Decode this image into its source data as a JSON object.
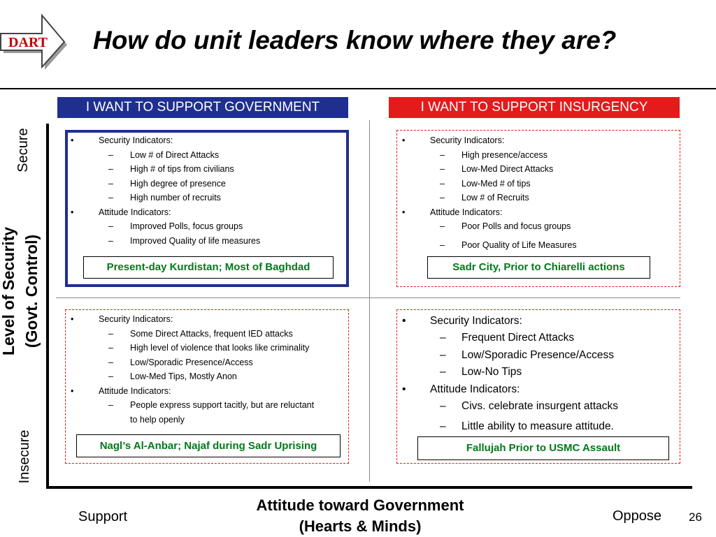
{
  "logo_text": "DART",
  "title": "How do unit leaders know where they are?",
  "headers": {
    "left": "I WANT TO SUPPORT GOVERNMENT",
    "right": "I WANT TO SUPPORT INSURGENCY"
  },
  "axis": {
    "y_top": "Secure",
    "y_bottom": "Insecure",
    "y_label_line1": "Level of Security",
    "y_label_line2": "(Govt. Control)",
    "x_label_line1": "Attitude toward Government",
    "x_label_line2": "(Hearts & Minds)",
    "x_left": "Support",
    "x_right": "Oppose"
  },
  "quadrants": {
    "top_left": {
      "lines": [
        {
          "type": "bullet",
          "marker": "•",
          "text": "Security Indicators:"
        },
        {
          "type": "dash",
          "marker": "–",
          "text": "Low # of Direct Attacks"
        },
        {
          "type": "dash",
          "marker": "–",
          "text": "High # of tips from civilians"
        },
        {
          "type": "dash",
          "marker": "–",
          "text": "High degree of presence"
        },
        {
          "type": "dash",
          "marker": "–",
          "text": "High number of recruits"
        },
        {
          "type": "bullet",
          "marker": "•",
          "text": "Attitude Indicators:"
        },
        {
          "type": "dash",
          "marker": "–",
          "text": "Improved Polls, focus groups"
        },
        {
          "type": "dash",
          "marker": "–",
          "text": "Improved Quality of life measures"
        }
      ],
      "label": "Present-day Kurdistan; Most of Baghdad"
    },
    "top_right": {
      "lines": [
        {
          "type": "bullet",
          "marker": "•",
          "text": "Security Indicators:"
        },
        {
          "type": "dash",
          "marker": "–",
          "text": "High presence/access"
        },
        {
          "type": "dash",
          "marker": "–",
          "text": "Low-Med Direct Attacks"
        },
        {
          "type": "dash",
          "marker": "–",
          "text": "Low-Med # of tips"
        },
        {
          "type": "dash",
          "marker": "–",
          "text": "Low # of Recruits"
        },
        {
          "type": "bullet",
          "marker": "•",
          "text": "Attitude Indicators:"
        },
        {
          "type": "dash",
          "marker": "–",
          "text": "Poor Polls and focus groups"
        },
        {
          "type": "dash",
          "marker": "–",
          "text": "Poor Quality of Life Measures"
        }
      ],
      "label": "Sadr City, Prior to Chiarelli actions"
    },
    "bottom_left": {
      "lines": [
        {
          "type": "bullet",
          "marker": "•",
          "text": "Security Indicators:"
        },
        {
          "type": "dash",
          "marker": "–",
          "text": "Some Direct Attacks, frequent IED attacks"
        },
        {
          "type": "dash",
          "marker": "–",
          "text": "High level of violence that looks like criminality"
        },
        {
          "type": "dash",
          "marker": "–",
          "text": "Low/Sporadic Presence/Access"
        },
        {
          "type": "dash",
          "marker": "–",
          "text": "Low-Med Tips, Mostly Anon"
        },
        {
          "type": "bullet",
          "marker": "•",
          "text": "Attitude Indicators:"
        },
        {
          "type": "dash",
          "marker": "–",
          "text": "People express support tacitly, but are reluctant"
        },
        {
          "type": "cont",
          "marker": "",
          "text": "to help openly"
        }
      ],
      "label": "Nagl’s Al-Anbar; Najaf during Sadr Uprising"
    },
    "bottom_right": {
      "lines": [
        {
          "type": "bullet",
          "marker": "•",
          "text": "Security Indicators:"
        },
        {
          "type": "dash",
          "marker": "–",
          "text": "Frequent Direct Attacks"
        },
        {
          "type": "dash",
          "marker": "–",
          "text": "Low/Sporadic Presence/Access"
        },
        {
          "type": "dash",
          "marker": "–",
          "text": "Low-No Tips"
        },
        {
          "type": "bullet",
          "marker": "•",
          "text": "Attitude Indicators:"
        },
        {
          "type": "dash",
          "marker": "–",
          "text": "Civs. celebrate insurgent attacks"
        },
        {
          "type": "dash",
          "marker": "–",
          "text": "Little ability to measure attitude."
        }
      ],
      "label": "Fallujah Prior to USMC Assault"
    }
  },
  "page_number": "26",
  "colors": {
    "government_blue": "#1f2f8f",
    "insurgency_red": "#e31b1b",
    "label_green": "#007a1a"
  }
}
